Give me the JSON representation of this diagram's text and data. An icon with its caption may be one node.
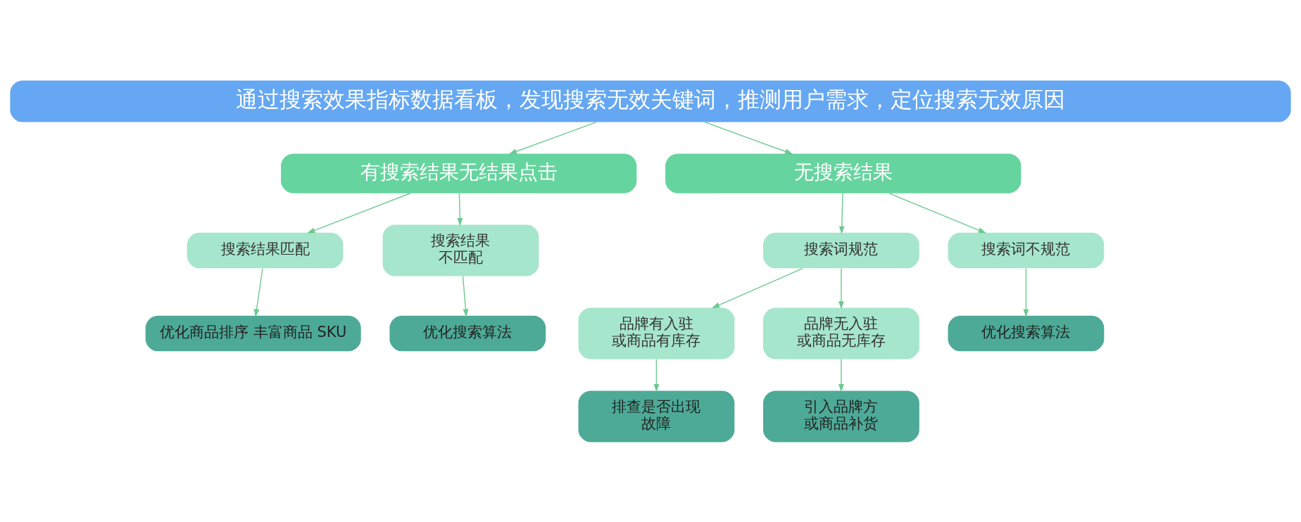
{
  "diagram": {
    "nodes": [
      {
        "text": [
          "通过搜索效果指标数据看板，发现搜索无效关键词，推测用户需求，定位搜索无效原因"
        ]
      },
      {
        "text": [
          "有搜索结果无结果点击"
        ]
      },
      {
        "text": [
          "无搜索结果"
        ]
      },
      {
        "text": [
          "搜索结果匹配"
        ]
      },
      {
        "text": [
          "搜索结果不匹配"
        ]
      },
      {
        "text": [
          "搜索词规范"
        ]
      },
      {
        "text": [
          "搜索词不规范"
        ]
      },
      {
        "text": [
          "优化商品排序 丰富商品 SKU"
        ]
      },
      {
        "text": [
          "优化搜索算法"
        ]
      },
      {
        "text": [
          "品牌有入驻或商品有库存"
        ]
      },
      {
        "text": [
          "品牌无入驻或商品无库存"
        ]
      },
      {
        "text": [
          "优化搜索算法"
        ]
      },
      {
        "text": [
          "排查是否出现故障"
        ]
      },
      {
        "text": [
          "引入品牌方或商品补货"
        ]
      }
    ],
    "edges": [
      {
        "from": 0,
        "to": 1,
        "arrow": "to"
      },
      {
        "from": 0,
        "to": 2,
        "arrow": "to"
      },
      {
        "from": 1,
        "to": 3,
        "arrow": "to"
      },
      {
        "from": 1,
        "to": 4,
        "arrow": "to"
      },
      {
        "from": 2,
        "to": 5,
        "arrow": "to"
      },
      {
        "from": 2,
        "to": 6,
        "arrow": "to"
      },
      {
        "from": 3,
        "to": 7,
        "arrow": "to"
      },
      {
        "from": 4,
        "to": 8,
        "arrow": "to"
      },
      {
        "from": 5,
        "to": 9,
        "arrow": "to"
      },
      {
        "from": 5,
        "to": 10,
        "arrow": "to"
      },
      {
        "from": 6,
        "to": 11,
        "arrow": "to"
      },
      {
        "from": 9,
        "to": 12,
        "arrow": "to"
      },
      {
        "from": 10,
        "to": 13,
        "arrow": "to"
      }
    ]
  }
}
